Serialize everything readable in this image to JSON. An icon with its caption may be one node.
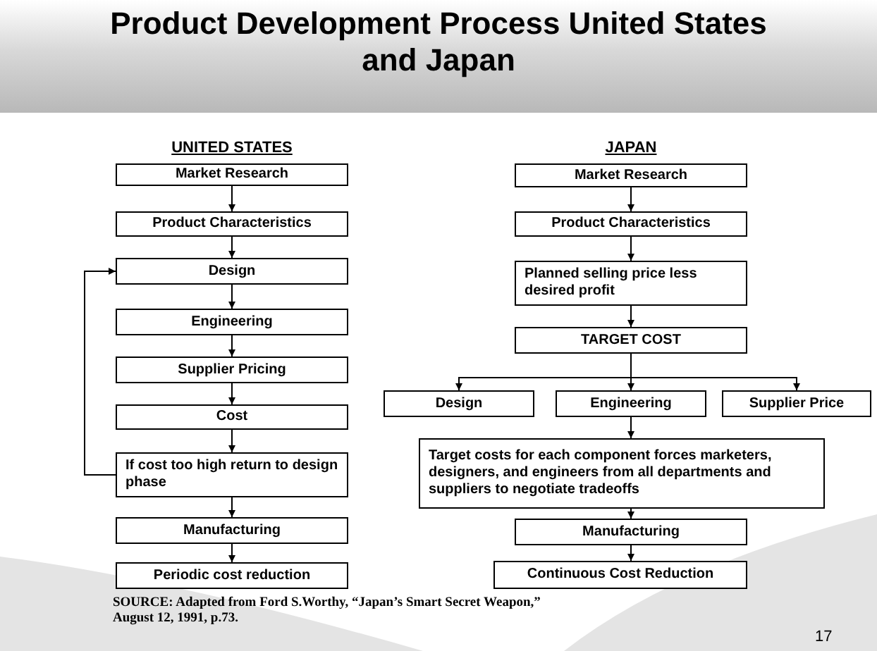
{
  "diagram": {
    "title": "Product Development Process United States and Japan",
    "nodes": [
      {
        "text": [
          "Market Research"
        ]
      },
      {
        "text": [
          "Product Characteristics"
        ]
      },
      {
        "text": [
          "Design"
        ]
      },
      {
        "text": [
          "Engineering"
        ]
      },
      {
        "text": [
          "Supplier Pricing"
        ]
      },
      {
        "text": [
          "Cost"
        ]
      },
      {
        "text": [
          "If cost too high return to design phase"
        ]
      },
      {
        "text": [
          "Manufacturing"
        ]
      },
      {
        "text": [
          "Periodic cost reduction"
        ]
      },
      {
        "text": [
          "Market Research"
        ]
      },
      {
        "text": [
          "Product Characteristics"
        ]
      },
      {
        "text": [
          "Planned selling price less desired profit"
        ]
      },
      {
        "text": [
          "TARGET COST"
        ]
      },
      {
        "text": [
          "Design"
        ]
      },
      {
        "text": [
          "Engineering"
        ]
      },
      {
        "text": [
          "Supplier Price"
        ]
      },
      {
        "text": [
          "Target costs for each component forces marketers, designers, and engineers from all departments and suppliers to negotiate tradeoffs"
        ]
      },
      {
        "text": [
          "Manufacturing"
        ]
      },
      {
        "text": [
          "Continuous Cost Reduction"
        ]
      }
    ],
    "edges": [
      {
        "from": 0,
        "to": 1,
        "arrow": "to"
      },
      {
        "from": 1,
        "to": 2,
        "arrow": "to"
      },
      {
        "from": 2,
        "to": 3,
        "arrow": "to"
      },
      {
        "from": 3,
        "to": 4,
        "arrow": "to"
      },
      {
        "from": 4,
        "to": 5,
        "arrow": "to"
      },
      {
        "from": 5,
        "to": 6,
        "arrow": "to"
      },
      {
        "from": 6,
        "to": 2,
        "arrow": "to"
      },
      {
        "from": 6,
        "to": 7,
        "arrow": "to"
      },
      {
        "from": 7,
        "to": 8,
        "arrow": "to"
      },
      {
        "from": 9,
        "to": 10,
        "arrow": "to"
      },
      {
        "from": 10,
        "to": 11,
        "arrow": "to"
      },
      {
        "from": 11,
        "to": 12,
        "arrow": "to"
      },
      {
        "from": 12,
        "to": 13,
        "arrow": "to"
      },
      {
        "from": 12,
        "to": 14,
        "arrow": "to"
      },
      {
        "from": 12,
        "to": 15,
        "arrow": "to"
      },
      {
        "from": 14,
        "to": 16,
        "arrow": "to"
      },
      {
        "from": 16,
        "to": 17,
        "arrow": "to"
      },
      {
        "from": 17,
        "to": 18,
        "arrow": "to"
      }
    ],
    "labels": [
      "UNITED STATES",
      "JAPAN",
      "SOURCE: Adapted from Ford S.Worthy, “Japan’s Smart Secret Weapon,” August 12, 1991, p.73.",
      "17"
    ]
  }
}
